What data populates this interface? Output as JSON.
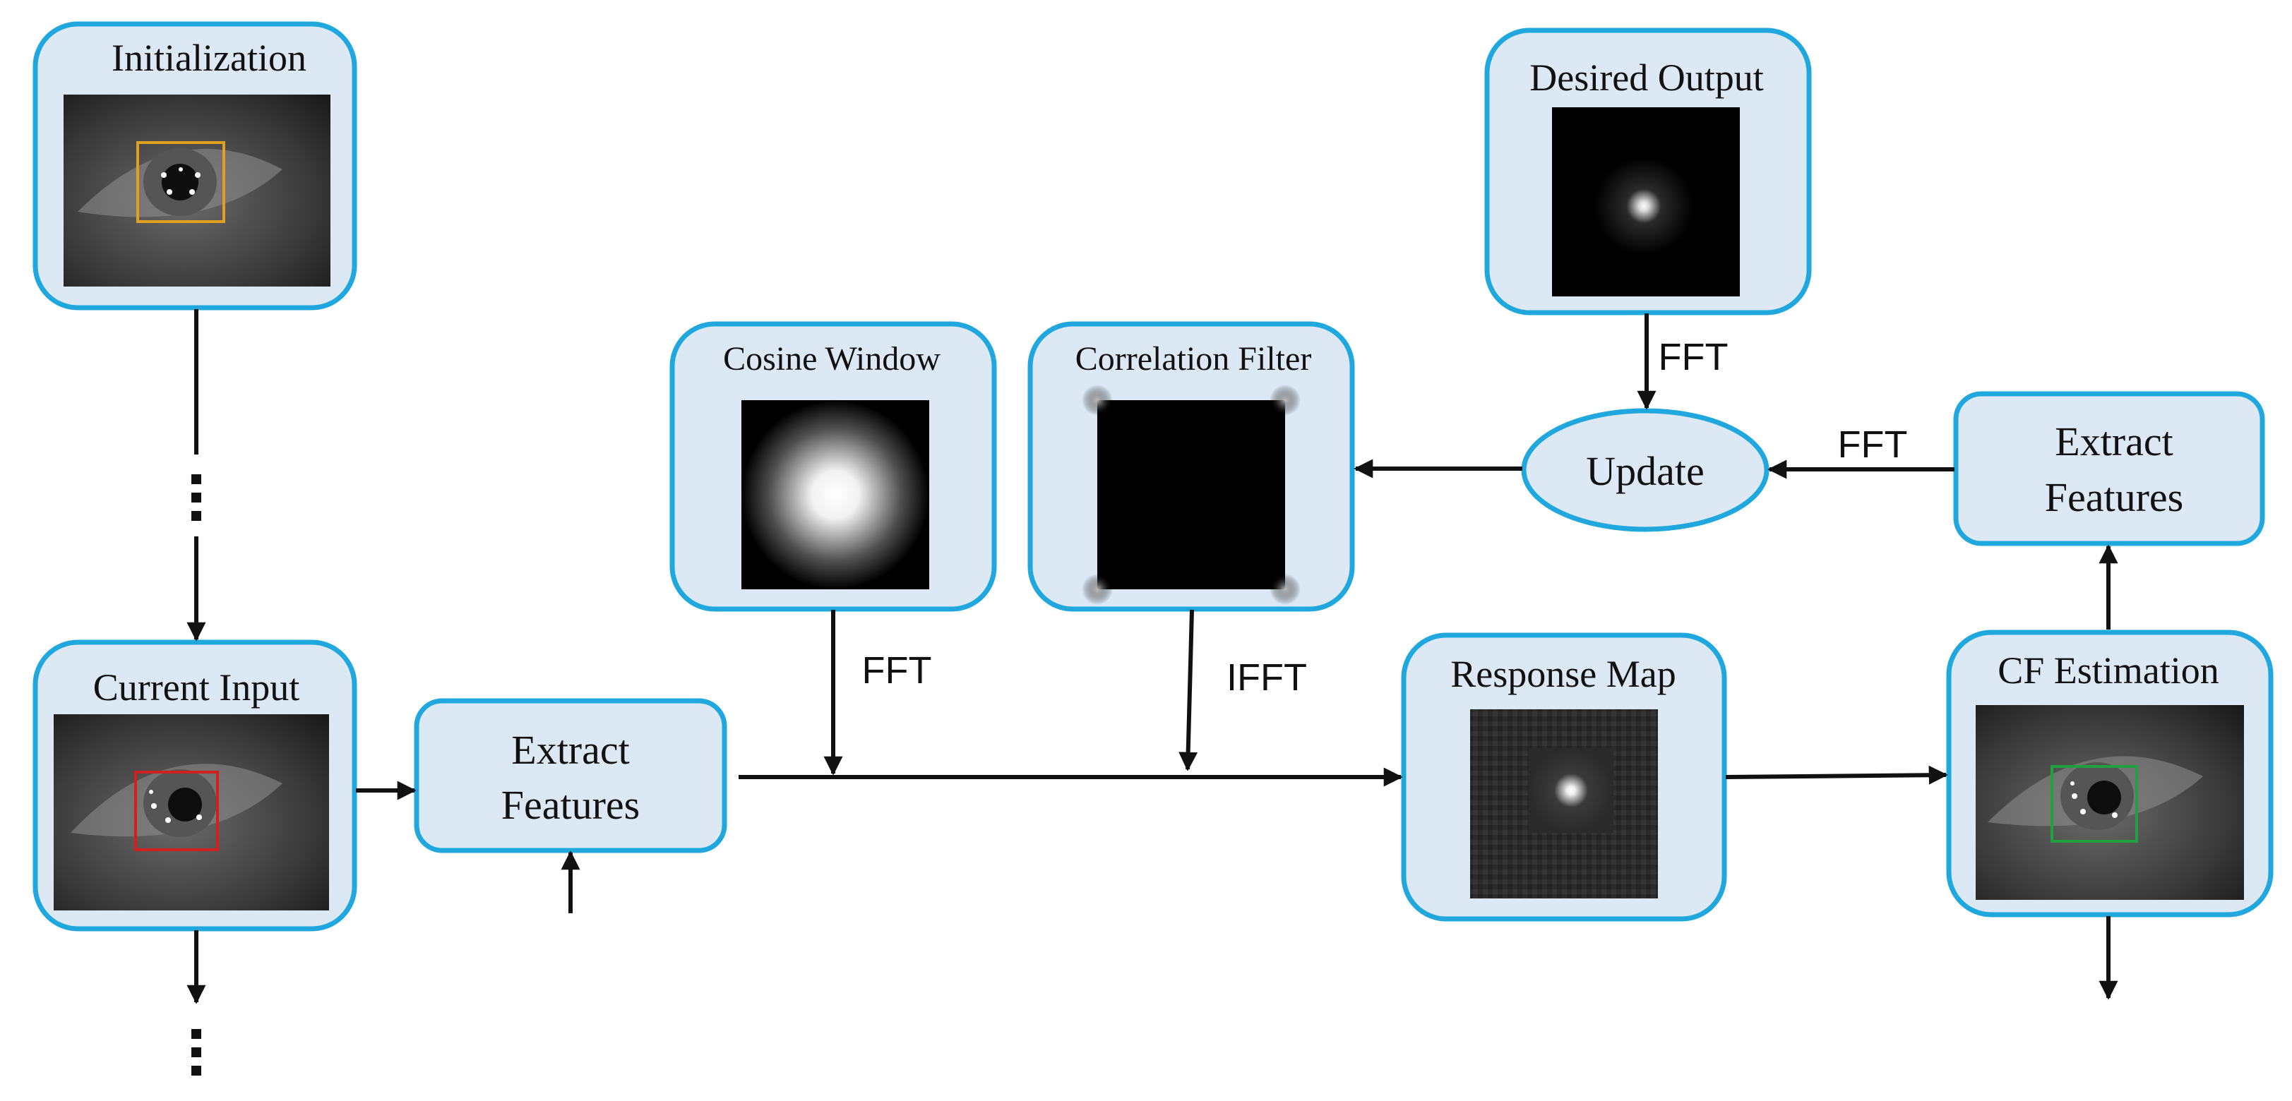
{
  "nodes": {
    "initialization": {
      "title": "Initialization"
    },
    "current_input": {
      "title": "Current Input"
    },
    "extract_features_left": {
      "line1": "Extract",
      "line2": "Features"
    },
    "cosine_window": {
      "title": "Cosine Window"
    },
    "correlation_filter": {
      "title": "Correlation Filter"
    },
    "desired_output": {
      "title": "Desired Output"
    },
    "update": {
      "title": "Update"
    },
    "extract_features_right": {
      "line1": "Extract",
      "line2": "Features"
    },
    "response_map": {
      "title": "Response Map"
    },
    "cf_estimation": {
      "title": "CF Estimation"
    }
  },
  "edge_labels": {
    "desired_to_update": "FFT",
    "features_to_update": "FFT",
    "cosine_fft": "FFT",
    "correlation_ifft": "IFFT"
  },
  "colors": {
    "box_fill": "#dce8f4",
    "box_border": "#1fa7de",
    "arrow": "#111111",
    "init_roi": "#e0a020",
    "current_roi": "#d02020",
    "estimate_roi": "#20a040"
  }
}
